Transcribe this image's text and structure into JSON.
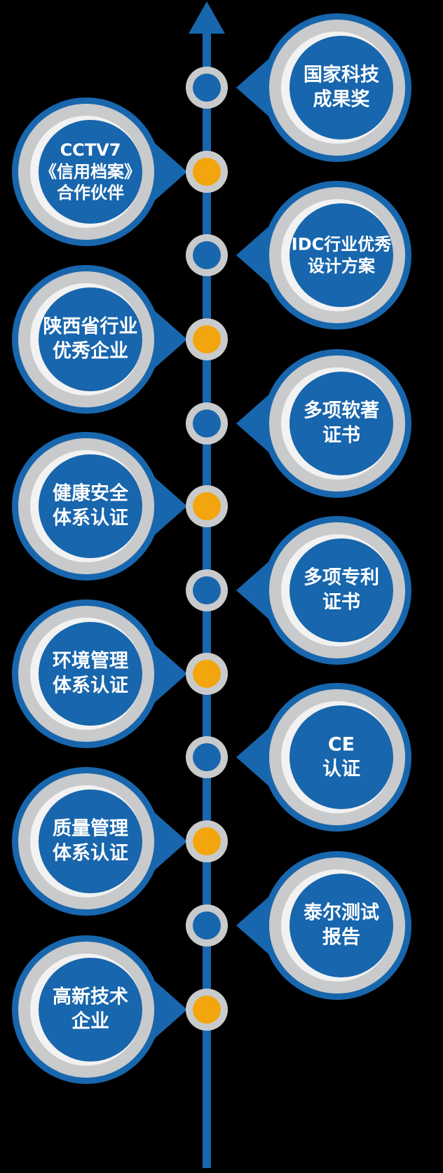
{
  "colors": {
    "background": "#000000",
    "blue": "#1866ad",
    "orange": "#f2a50c",
    "ring_gray": "#c9cacb",
    "highlight": "#f2f2f2",
    "text": "#ffffff"
  },
  "icons": {
    "axis_arrow": "arrow-up-icon"
  },
  "items": [
    {
      "side": "right",
      "node_color": "blue",
      "label": "国家科技成果奖",
      "lines": [
        "国家科技",
        "成果奖"
      ]
    },
    {
      "side": "left",
      "node_color": "orange",
      "label": "CCTV7《信用档案》合作伙伴",
      "lines": [
        "CCTV7",
        "《信用档案》",
        "合作伙伴"
      ]
    },
    {
      "side": "right",
      "node_color": "blue",
      "label": "IDC行业优秀设计方案",
      "lines": [
        "IDC行业优秀",
        "设计方案"
      ]
    },
    {
      "side": "left",
      "node_color": "orange",
      "label": "陕西省行业优秀企业",
      "lines": [
        "陕西省行业",
        "优秀企业"
      ]
    },
    {
      "side": "right",
      "node_color": "blue",
      "label": "多项软著证书",
      "lines": [
        "多项软著",
        "证书"
      ]
    },
    {
      "side": "left",
      "node_color": "orange",
      "label": "健康安全体系认证",
      "lines": [
        "健康安全",
        "体系认证"
      ]
    },
    {
      "side": "right",
      "node_color": "blue",
      "label": "多项专利证书",
      "lines": [
        "多项专利",
        "证书"
      ]
    },
    {
      "side": "left",
      "node_color": "orange",
      "label": "环境管理体系认证",
      "lines": [
        "环境管理",
        "体系认证"
      ]
    },
    {
      "side": "right",
      "node_color": "blue",
      "label": "CE认证",
      "lines": [
        "CE",
        "认证"
      ]
    },
    {
      "side": "left",
      "node_color": "orange",
      "label": "质量管理体系认证",
      "lines": [
        "质量管理",
        "体系认证"
      ]
    },
    {
      "side": "right",
      "node_color": "blue",
      "label": "泰尔测试报告",
      "lines": [
        "泰尔测试",
        "报告"
      ]
    },
    {
      "side": "left",
      "node_color": "orange",
      "label": "高新技术企业",
      "lines": [
        "高新技术",
        "企业"
      ]
    }
  ]
}
